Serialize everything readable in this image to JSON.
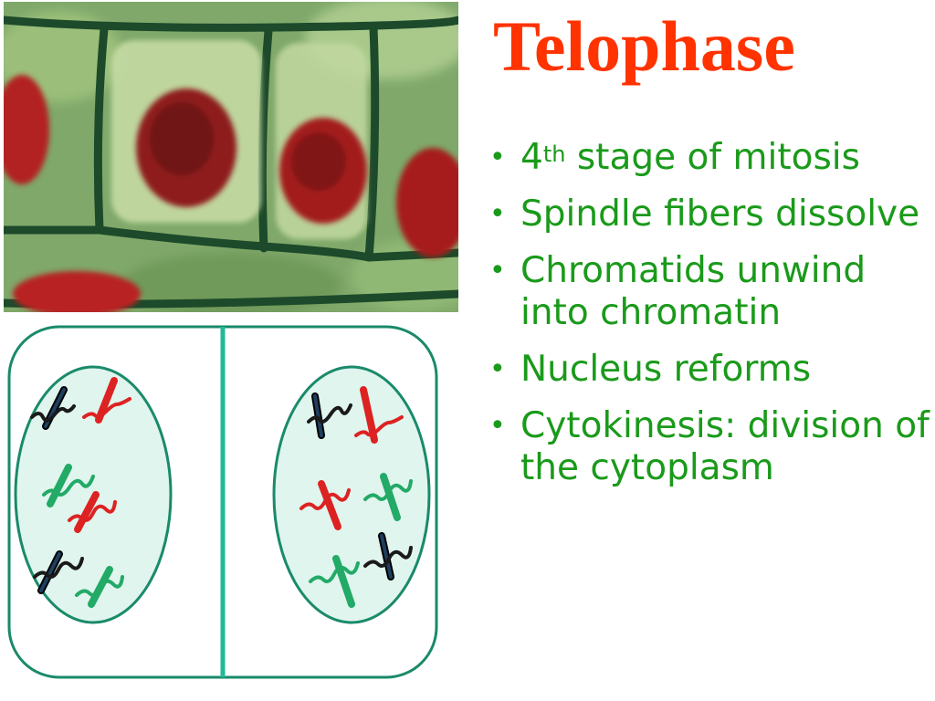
{
  "slide": {
    "title": "Telophase",
    "bullets": [
      {
        "main": "4",
        "sup": "th",
        "rest": " stage of mitosis"
      },
      {
        "text": "Spindle fibers dissolve"
      },
      {
        "text": "Chromatids unwind into chromatin"
      },
      {
        "text": "Nucleus reforms"
      },
      {
        "text": "Cytokinesis: division of the cytoplasm"
      }
    ],
    "bullet_glyph": "•"
  },
  "colors": {
    "title": "#ff3300",
    "text": "#1a9a1a",
    "cell_outline": "#1a8a6a",
    "nucleus_fill": "#dff5ee",
    "chromosome_red": "#dd2222",
    "chromosome_green": "#22aa66",
    "chromosome_dark": "#1a1a1a"
  },
  "images": {
    "micrograph": "onion-root-cell-telophase-micrograph",
    "diagram": "two-daughter-cells-diagram"
  }
}
